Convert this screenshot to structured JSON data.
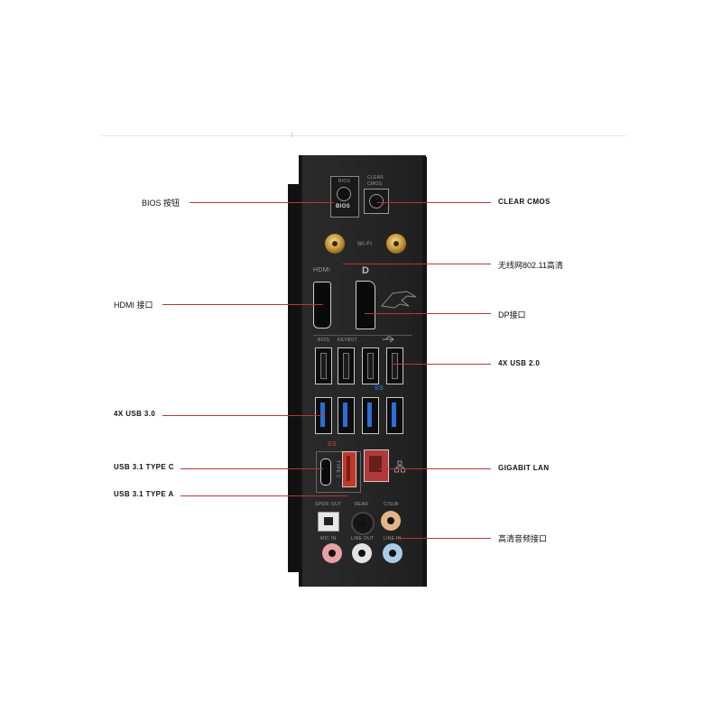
{
  "left_labels": {
    "bios": "BIOS 按钮",
    "hdmi": "HDMI 接口",
    "usb30": "4X USB 3.0",
    "usb31c": "USB 3.1 TYPE C",
    "usb31a": "USB 3.1 TYPE A"
  },
  "right_labels": {
    "clear_cmos": "CLEAR CMOS",
    "wifi": "无线网802.11高清",
    "dp": "DP接口",
    "usb20": "4X USB 2.0",
    "lan": "GIGABIT LAN",
    "audio": "高清音频接口"
  },
  "panel_text": {
    "bios_top": "BIOS",
    "bios_btn": "BIOS",
    "clear_cmos": "CLEAR\nCMOS",
    "wifi": "WI-FI",
    "hdmi": "HDMI",
    "dp": "D",
    "bios_usb": "BIOS",
    "keybot": "KEYBOT",
    "usb_ss": "SS",
    "usb_ss10": "SS",
    "type_c": "TYPE C",
    "spdif": "SPDIF OUT",
    "rear": "REAR",
    "csub": "C/SUB",
    "mic": "MIC IN",
    "line_out": "LINE OUT",
    "line_in": "LINE IN"
  },
  "colors": {
    "line": "#b03a3a",
    "usb3": "#2a6ed6",
    "usb31a": "#c0392b",
    "lan": "#b03a3a",
    "gold": "#c99a3a",
    "mic": "#e6a0a6",
    "line_out": "#e3e3e3",
    "line_in": "#a9cbe6",
    "csub": "#e3b488"
  }
}
